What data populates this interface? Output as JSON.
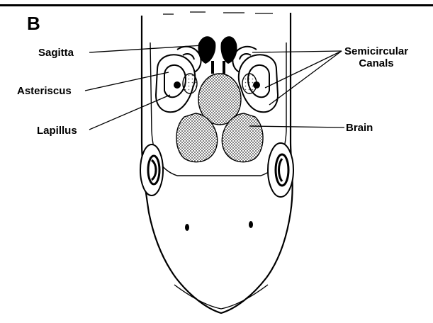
{
  "figure": {
    "panel_letter": "B",
    "labels": {
      "sagitta": "Sagitta",
      "asteriscus": "Asteriscus",
      "lapillus": "Lapillus",
      "semicircular_canals_line1": "Semicircular",
      "semicircular_canals_line2": "Canals",
      "brain": "Brain"
    }
  },
  "colors": {
    "ink": "#000000",
    "paper": "#ffffff",
    "stipple": "#3a3a3a"
  }
}
